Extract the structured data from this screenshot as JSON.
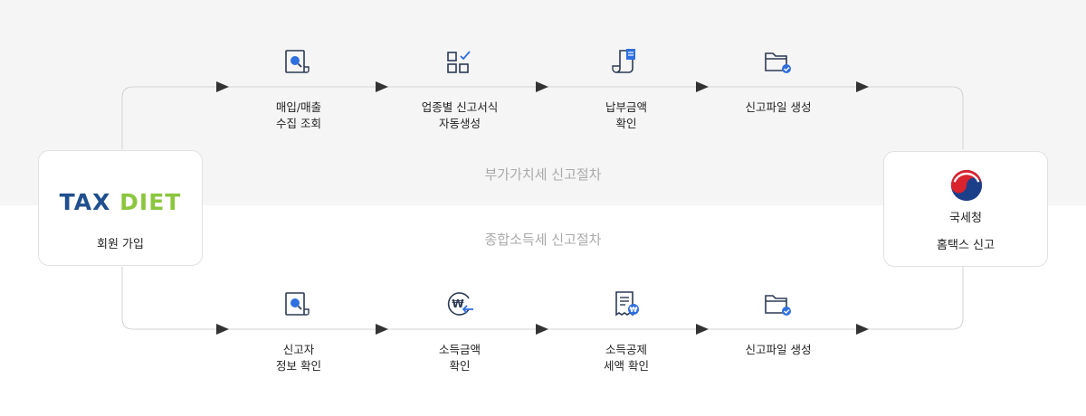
{
  "left_node": {
    "brand_part1": "TAX",
    "brand_part2": "DIET",
    "label": "회원 가입"
  },
  "right_node": {
    "agency": "국세청",
    "label": "홈택스 신고"
  },
  "vat_flow": {
    "title": "부가가치세 신고절차",
    "steps": [
      {
        "line1": "매입/매출",
        "line2": "수집 조회",
        "icon": "search-document-icon"
      },
      {
        "line1": "업종별 신고서식",
        "line2": "자동생성",
        "icon": "grid-check-icon"
      },
      {
        "line1": "납부금액",
        "line2": "확인",
        "icon": "scroll-document-icon"
      },
      {
        "line1": "신고파일 생성",
        "line2": "",
        "icon": "folder-check-icon"
      }
    ]
  },
  "income_flow": {
    "title": "종합소득세 신고절차",
    "steps": [
      {
        "line1": "신고자",
        "line2": "정보 확인",
        "icon": "search-document-icon"
      },
      {
        "line1": "소득금액",
        "line2": "확인",
        "icon": "won-return-icon"
      },
      {
        "line1": "소득공제",
        "line2": "세액 확인",
        "icon": "receipt-won-icon"
      },
      {
        "line1": "신고파일 생성",
        "line2": "",
        "icon": "folder-check-icon"
      }
    ]
  },
  "colors": {
    "brand_blue": "#1f4f8e",
    "brand_green": "#8cc63e",
    "icon_navy": "#2b3a55",
    "icon_accent": "#2f6fe0",
    "band": "#f5f5f5"
  }
}
